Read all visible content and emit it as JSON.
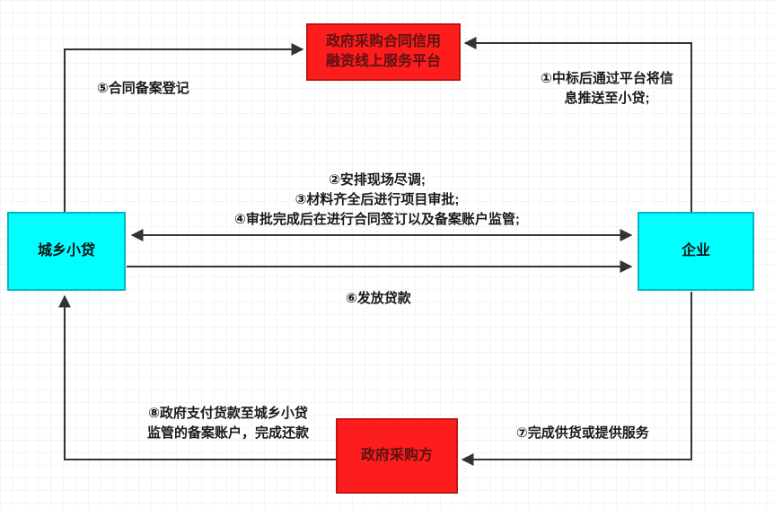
{
  "diagram": {
    "type": "flowchart",
    "palette": {
      "node_red_fill": "#fd1d1d",
      "node_red_border": "#c21414",
      "node_red_text": "#5c1212",
      "node_cyan_fill": "#00ffff",
      "node_cyan_border": "#00b9c4",
      "edge_color": "#333333",
      "label_color": "#1a1a1a",
      "grid_color": "#f3f4f6"
    },
    "nodes": {
      "platform": {
        "label": "政府采购合同信用\n融资线上服务平台"
      },
      "lender": {
        "label": "城乡小贷"
      },
      "enterprise": {
        "label": "企业"
      },
      "purchaser": {
        "label": "政府采购方"
      }
    },
    "labels": {
      "step1": "①中标后通过平台将信\n息推送至小贷;",
      "step234": "②安排现场尽调;\n③材料齐全后进行项目审批;\n④审批完成后在进行合同签订以及备案账户监管;",
      "step5": "⑤合同备案登记",
      "step6": "⑥发放贷款",
      "step7": "⑦完成供货或提供服务",
      "step8": "⑧政府支付货款至城乡小贷\n监管的备案账户，完成还款"
    }
  }
}
